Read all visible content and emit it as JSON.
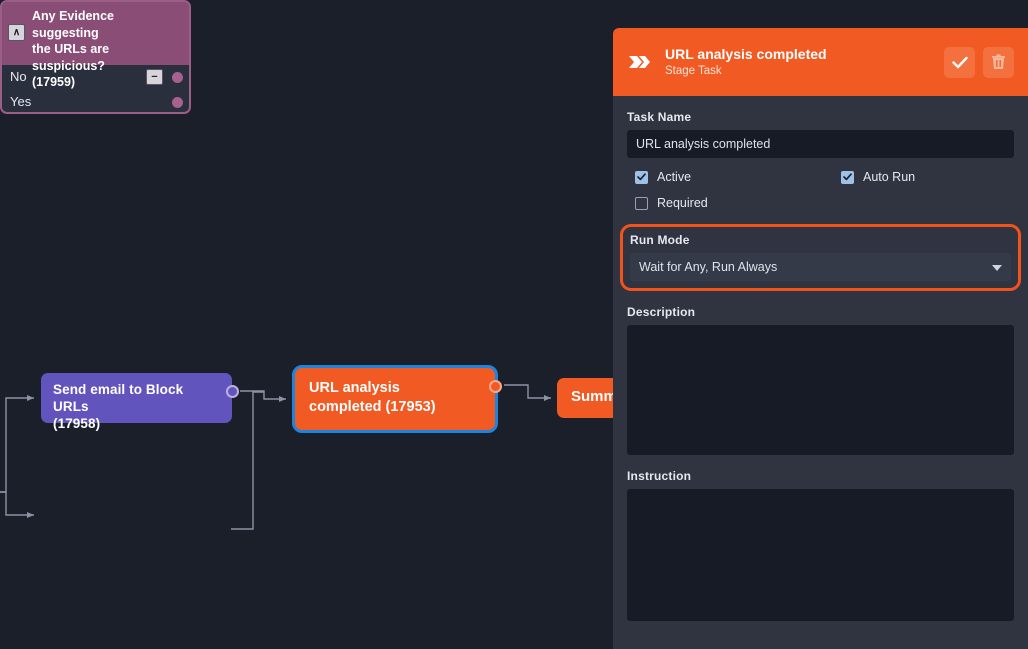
{
  "canvas": {
    "background": "#1b1f2a",
    "nodes": [
      {
        "id": "17958",
        "name": "send-email-node",
        "text": "Send email to Block URLs (17958)",
        "line1": "Send email to Block URLs",
        "line2": "(17958)",
        "color": "#6254bd",
        "type": "task"
      },
      {
        "id": "17953",
        "name": "url-analysis-node",
        "line1": "URL analysis",
        "line2": "completed (17953)",
        "color": "#f15a22",
        "selected": true,
        "selection_color": "#1b85e0",
        "type": "task"
      },
      {
        "id": "17959",
        "name": "evidence-decision-node",
        "line1": "Any Evidence suggesting",
        "line2": "the URLs are suspicious?",
        "line3": "(17959)",
        "color": "#8a4e76",
        "type": "decision",
        "collapse_icon": "∧",
        "branches": [
          {
            "label": "No",
            "has_minus": true,
            "minus_icon": "−"
          },
          {
            "label": "Yes",
            "has_minus": false
          }
        ]
      },
      {
        "id": "summary",
        "name": "summary-node",
        "text": "Summ",
        "color": "#f15a22",
        "type": "task",
        "clipped": true
      }
    ]
  },
  "panel": {
    "header": {
      "icon": "fast-forward-icon",
      "title": "URL analysis completed",
      "subtitle": "Stage Task",
      "accent": "#f15a22",
      "confirm_icon": "check-icon",
      "delete_icon": "trash-icon"
    },
    "task_name": {
      "label": "Task Name",
      "value": "URL analysis completed",
      "placeholder": ""
    },
    "checkboxes": [
      {
        "label": "Active",
        "checked": true
      },
      {
        "label": "Auto Run",
        "checked": true
      },
      {
        "label": "Required",
        "checked": false
      }
    ],
    "run_mode": {
      "label": "Run Mode",
      "value": "Wait for Any, Run Always",
      "highlight_color": "#f1531c",
      "arrow_icon": "chevron-down-icon"
    },
    "description": {
      "label": "Description",
      "value": "",
      "placeholder": ""
    },
    "instruction": {
      "label": "Instruction",
      "value": "",
      "placeholder": ""
    }
  }
}
